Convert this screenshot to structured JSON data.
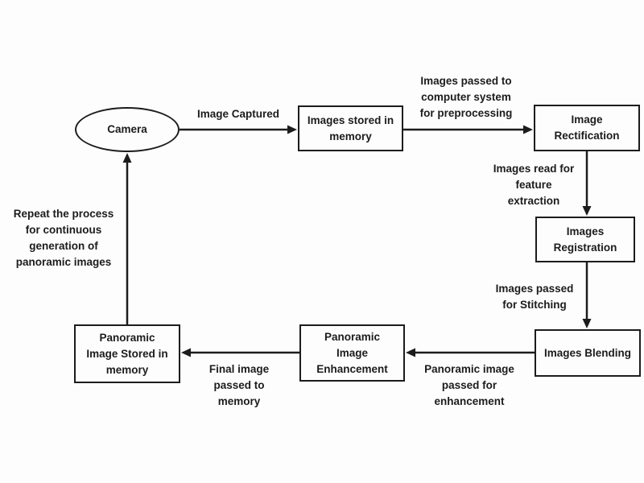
{
  "colors": {
    "stroke": "#1c1c1c",
    "text": "#1c1c1c",
    "node_fill": "#fdfdfd",
    "background": "#fdfdfd"
  },
  "nodes": {
    "camera": {
      "label": "Camera"
    },
    "stored": {
      "label": "Images stored in\nmemory"
    },
    "rectification": {
      "label": "Image\nRectification"
    },
    "registration": {
      "label": "Images\nRegistration"
    },
    "blending": {
      "label": "Images Blending"
    },
    "enhancement": {
      "label": "Panoramic\nImage\nEnhancement"
    },
    "final_store": {
      "label": "Panoramic\nImage Stored in\nmemory"
    }
  },
  "edges": {
    "captured": {
      "label": "Image Captured"
    },
    "preprocess": {
      "label": "Images passed to\ncomputer system\nfor preprocessing"
    },
    "feature": {
      "label": "Images read for\nfeature\nextraction"
    },
    "stitching": {
      "label": "Images passed\nfor Stitching"
    },
    "enhance": {
      "label": "Panoramic image\npassed for\nenhancement"
    },
    "to_memory": {
      "label": "Final image\npassed to\nmemory"
    },
    "repeat": {
      "label": "Repeat the process\nfor continuous\ngeneration of\npanoramic images"
    }
  }
}
